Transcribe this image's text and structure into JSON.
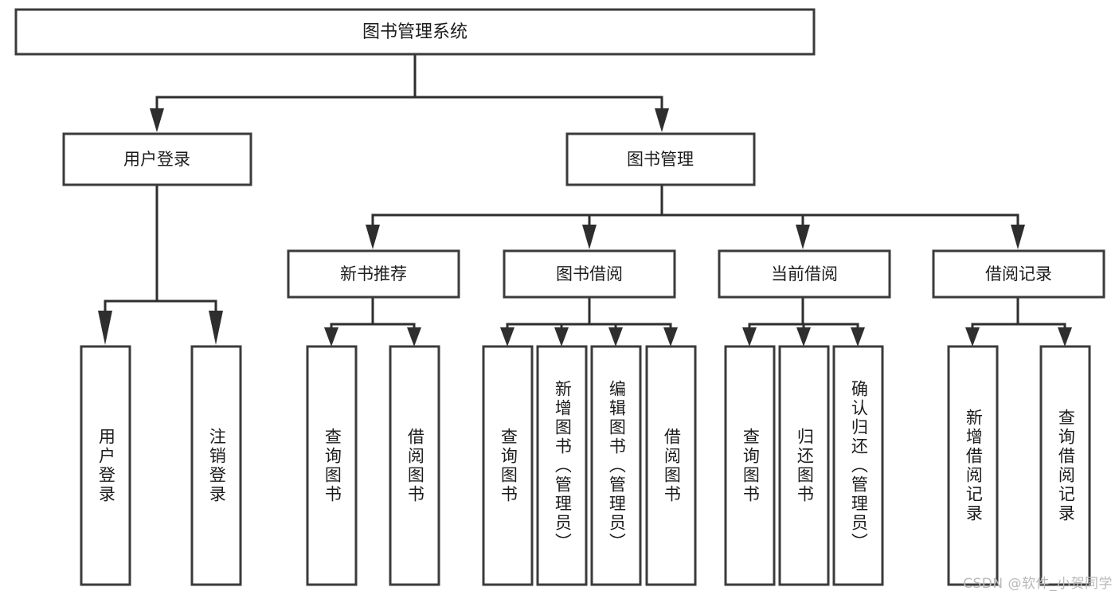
{
  "diagram": {
    "type": "tree-hierarchy",
    "title": "图书管理系统",
    "orientation": "top-down",
    "colors": {
      "box_stroke": "#3b3b3b",
      "box_fill": "#ffffff",
      "line": "#2e2e2e",
      "text": "#1c1c1c",
      "background": "#ffffff",
      "watermark": "#b9b9b9"
    },
    "root": {
      "id": "root",
      "label": "图书管理系统"
    },
    "level2": [
      {
        "id": "user-login",
        "label": "用户登录"
      },
      {
        "id": "book-management",
        "label": "图书管理"
      }
    ],
    "level3": [
      {
        "id": "new-book-recommend",
        "label": "新书推荐",
        "parent": "book-management"
      },
      {
        "id": "book-borrow",
        "label": "图书借阅",
        "parent": "book-management"
      },
      {
        "id": "current-borrow",
        "label": "当前借阅",
        "parent": "book-management"
      },
      {
        "id": "borrow-record",
        "label": "借阅记录",
        "parent": "book-management"
      }
    ],
    "leaves": {
      "user_login": [
        {
          "id": "leaf-user-login",
          "label": "用户登录"
        },
        {
          "id": "leaf-logout-login",
          "label": "注销登录"
        }
      ],
      "new_book_recommend": [
        {
          "id": "leaf-query-book-1",
          "label": "查询图书"
        },
        {
          "id": "leaf-borrow-book-1",
          "label": "借阅图书"
        }
      ],
      "book_borrow": [
        {
          "id": "leaf-query-book-2",
          "label": "查询图书"
        },
        {
          "id": "leaf-add-book",
          "label": "新增图书（管理员）"
        },
        {
          "id": "leaf-edit-book",
          "label": "编辑图书（管理员）"
        },
        {
          "id": "leaf-borrow-book-2",
          "label": "借阅图书"
        }
      ],
      "current_borrow": [
        {
          "id": "leaf-query-book-3",
          "label": "查询图书"
        },
        {
          "id": "leaf-return-book",
          "label": "归还图书"
        },
        {
          "id": "leaf-confirm-return",
          "label": "确认归还（管理员）"
        }
      ],
      "borrow_record": [
        {
          "id": "leaf-add-borrow-record",
          "label": "新增借阅记录"
        },
        {
          "id": "leaf-query-borrow-record",
          "label": "查询借阅记录"
        }
      ]
    }
  },
  "watermark": {
    "text": "CSDN @软件_小贺同学"
  }
}
